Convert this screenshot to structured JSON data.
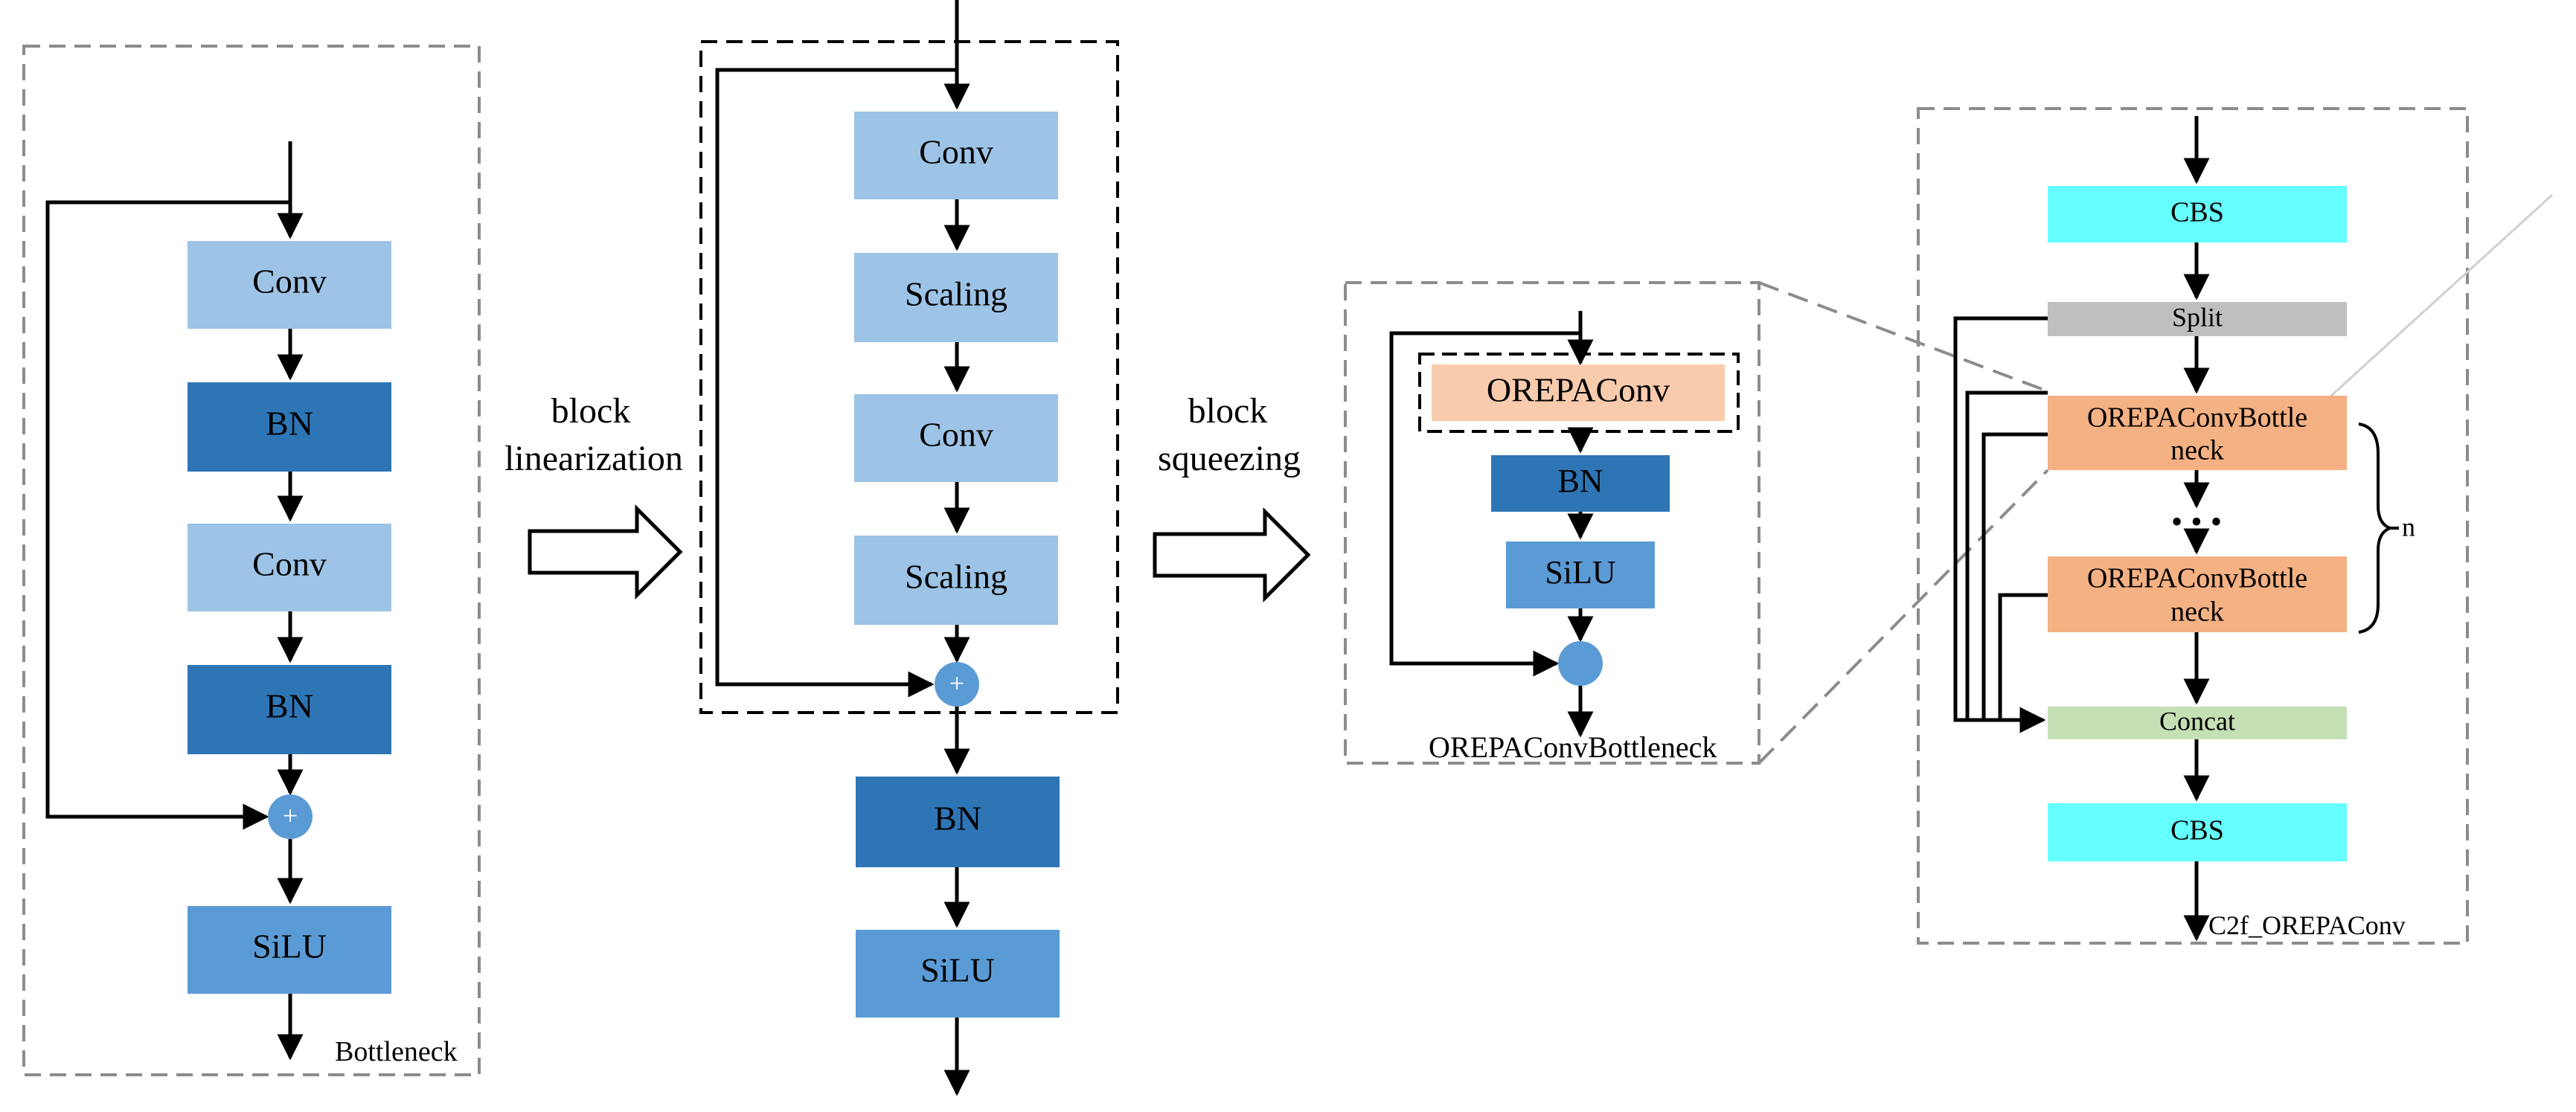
{
  "left_panel": {
    "label": "Bottleneck",
    "boxes": [
      "Conv",
      "BN",
      "Conv",
      "BN",
      "SiLU"
    ],
    "plus": "+"
  },
  "arrow1": {
    "line1": "block",
    "line2": "linearization"
  },
  "middle_panel": {
    "boxes": [
      "Conv",
      "Scaling",
      "Conv",
      "Scaling"
    ],
    "after": [
      "BN",
      "SiLU"
    ],
    "plus": "+"
  },
  "arrow2": {
    "line1": "block",
    "line2": "squeezing"
  },
  "orepa_panel": {
    "label": "OREPAConvBottleneck",
    "boxes": [
      "OREPAConv",
      "BN",
      "SiLU"
    ]
  },
  "c2f_panel": {
    "label": "C2f_OREPAConv",
    "cbs_top": "CBS",
    "split": "Split",
    "bottleneck1_line1": "OREPAConvBottle",
    "bottleneck1_line2": "neck",
    "dots": "•  •  •",
    "bottleneck2_line1": "OREPAConvBottle",
    "bottleneck2_line2": "neck",
    "brace_label": "n",
    "concat": "Concat",
    "cbs_bottom": "CBS"
  },
  "colors": {
    "light_blue": "#9dc3e6",
    "dark_blue": "#2e75b6",
    "mid_blue": "#5b9bd5",
    "orange": "#f4b183",
    "light_orange": "#f8cbad",
    "cyan": "#66ffff",
    "gray": "#bfbfbf",
    "green": "#c5e0b4"
  }
}
